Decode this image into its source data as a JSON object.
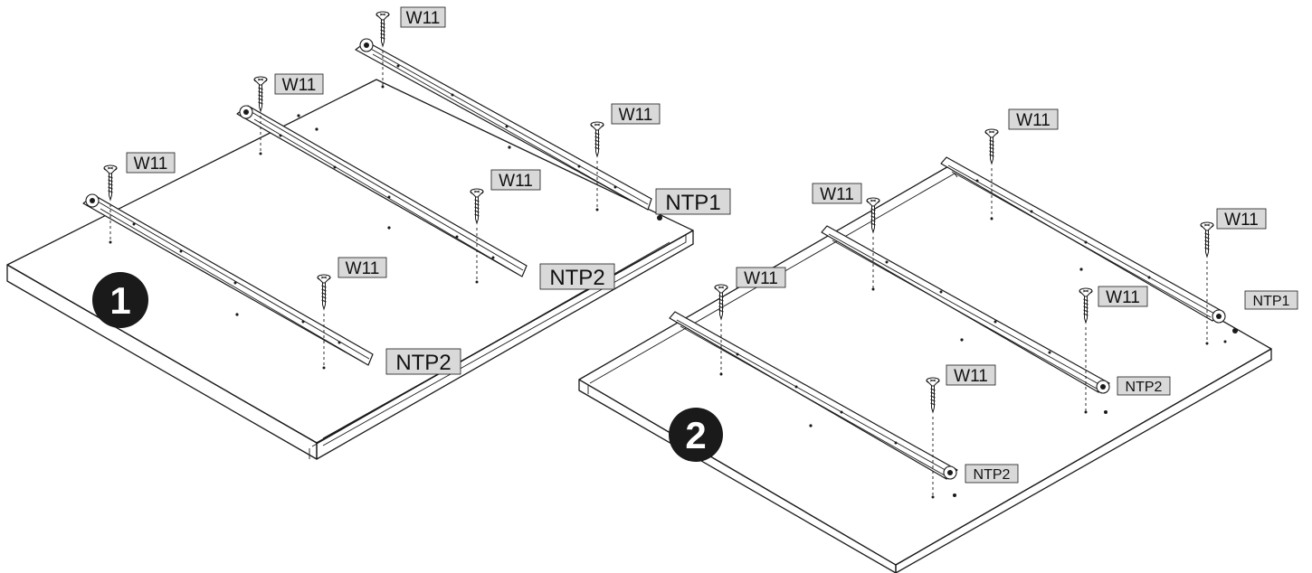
{
  "step1": {
    "badge": "1",
    "screw_labels": [
      "W11",
      "W11",
      "W11",
      "W11",
      "W11",
      "W11"
    ],
    "rail_labels": [
      "NTP1",
      "NTP2",
      "NTP2"
    ]
  },
  "step2": {
    "badge": "2",
    "screw_labels": [
      "W11",
      "W11",
      "W11",
      "W11",
      "W11",
      "W11"
    ],
    "rail_labels": [
      "NTP1",
      "NTP2",
      "NTP2"
    ]
  },
  "colors": {
    "line": "#1a1a1a",
    "label_fill": "#d9d9d9",
    "badge_fill": "#1a1a1a"
  },
  "icons": [
    "screw-icon",
    "drawer-rail-icon",
    "wheel-roller-icon"
  ]
}
